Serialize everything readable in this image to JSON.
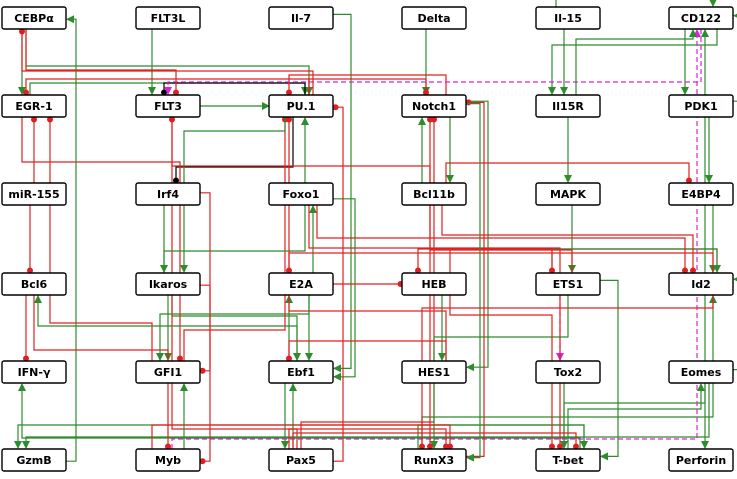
{
  "colors": {
    "activation": "#2e8b2e",
    "inhibition": "#e02020",
    "neutral": "#000000",
    "regulatory": "#dd22dd"
  },
  "nodes": [
    {
      "id": "cebpa",
      "label": "CEBPα"
    },
    {
      "id": "flt3l",
      "label": "FLT3L"
    },
    {
      "id": "il7",
      "label": "Il-7"
    },
    {
      "id": "delta",
      "label": "Delta"
    },
    {
      "id": "il15",
      "label": "Il-15"
    },
    {
      "id": "cd122",
      "label": "CD122"
    },
    {
      "id": "egr1",
      "label": "EGR-1"
    },
    {
      "id": "flt3",
      "label": "FLT3"
    },
    {
      "id": "pu1",
      "label": "PU.1"
    },
    {
      "id": "notch1",
      "label": "Notch1"
    },
    {
      "id": "il15r",
      "label": "Il15R"
    },
    {
      "id": "pdk1",
      "label": "PDK1"
    },
    {
      "id": "mir155",
      "label": "miR-155"
    },
    {
      "id": "irf4",
      "label": "Irf4"
    },
    {
      "id": "foxo1",
      "label": "Foxo1"
    },
    {
      "id": "bcl11b",
      "label": "Bcl11b"
    },
    {
      "id": "mapk",
      "label": "MAPK"
    },
    {
      "id": "e4bp4",
      "label": "E4BP4"
    },
    {
      "id": "bcl6",
      "label": "Bcl6"
    },
    {
      "id": "ikaros",
      "label": "Ikaros"
    },
    {
      "id": "e2a",
      "label": "E2A"
    },
    {
      "id": "heb",
      "label": "HEB"
    },
    {
      "id": "ets1",
      "label": "ETS1"
    },
    {
      "id": "id2",
      "label": "Id2"
    },
    {
      "id": "ifng",
      "label": "IFN-γ"
    },
    {
      "id": "gfi1",
      "label": "GFI1"
    },
    {
      "id": "ebf1",
      "label": "Ebf1"
    },
    {
      "id": "hes1",
      "label": "HES1"
    },
    {
      "id": "tox2",
      "label": "Tox2"
    },
    {
      "id": "eomes",
      "label": "Eomes"
    },
    {
      "id": "gzmb",
      "label": "GzmB"
    },
    {
      "id": "myb",
      "label": "Myb"
    },
    {
      "id": "pax5",
      "label": "Pax5"
    },
    {
      "id": "runx3",
      "label": "RunX3"
    },
    {
      "id": "tbet",
      "label": "T-bet"
    },
    {
      "id": "perforin",
      "label": "Perforin"
    }
  ],
  "edges": [
    {
      "from": "flt3l",
      "to": "flt3",
      "type": "activation"
    },
    {
      "from": "il7",
      "to": "ebf1",
      "type": "activation"
    },
    {
      "from": "delta",
      "to": "notch1",
      "type": "activation"
    },
    {
      "from": "il15",
      "to": "il15r",
      "type": "activation"
    },
    {
      "from": "il15r",
      "to": "mapk",
      "type": "activation"
    },
    {
      "from": "mapk",
      "to": "ets1",
      "type": "activation"
    },
    {
      "from": "pdk1",
      "to": "e4bp4",
      "type": "activation"
    },
    {
      "from": "e4bp4",
      "to": "id2",
      "type": "activation"
    },
    {
      "from": "cd122",
      "to": "il15r",
      "type": "activation"
    },
    {
      "from": "cd122",
      "to": "pdk1",
      "type": "activation"
    },
    {
      "from": "cebpa",
      "to": "egr1",
      "type": "activation"
    },
    {
      "from": "cebpa",
      "to": "pu1",
      "type": "activation"
    },
    {
      "from": "egr1",
      "to": "pu1",
      "type": "activation"
    },
    {
      "from": "flt3",
      "to": "pu1",
      "type": "activation"
    },
    {
      "from": "pu1",
      "to": "flt3",
      "type": "neutral"
    },
    {
      "from": "pu1",
      "to": "notch1",
      "type": "inhibition"
    },
    {
      "from": "notch1",
      "to": "pu1",
      "type": "inhibition"
    },
    {
      "from": "notch1",
      "to": "bcl11b",
      "type": "activation"
    },
    {
      "from": "notch1",
      "to": "hes1",
      "type": "activation"
    },
    {
      "from": "bcl11b",
      "to": "notch1",
      "type": "activation"
    },
    {
      "from": "pu1",
      "to": "irf4",
      "type": "neutral"
    },
    {
      "from": "irf4",
      "to": "ikaros",
      "type": "activation"
    },
    {
      "from": "ikaros",
      "to": "gfi1",
      "type": "activation"
    },
    {
      "from": "ikaros",
      "to": "ebf1",
      "type": "activation"
    },
    {
      "from": "e2a",
      "to": "ebf1",
      "type": "activation"
    },
    {
      "from": "e2a",
      "to": "foxo1",
      "type": "activation"
    },
    {
      "from": "foxo1",
      "to": "ebf1",
      "type": "activation"
    },
    {
      "from": "ebf1",
      "to": "pax5",
      "type": "activation"
    },
    {
      "from": "ebf1",
      "to": "e2a",
      "type": "activation"
    },
    {
      "from": "pax5",
      "to": "ebf1",
      "type": "activation"
    },
    {
      "from": "pax5",
      "to": "flt3",
      "type": "inhibition"
    },
    {
      "from": "pax5",
      "to": "notch1",
      "type": "inhibition"
    },
    {
      "from": "pax5",
      "to": "pu1",
      "type": "inhibition"
    },
    {
      "from": "heb",
      "to": "hes1",
      "type": "activation"
    },
    {
      "from": "id2",
      "to": "e2a",
      "type": "inhibition"
    },
    {
      "from": "id2",
      "to": "heb",
      "type": "inhibition"
    },
    {
      "from": "ets1",
      "to": "id2",
      "type": "activation"
    },
    {
      "from": "ets1",
      "to": "tbet",
      "type": "activation"
    },
    {
      "from": "ets1",
      "to": "tox2",
      "type": "regulatory"
    },
    {
      "from": "tox2",
      "to": "tbet",
      "type": "activation"
    },
    {
      "from": "tbet",
      "to": "eomes",
      "type": "activation"
    },
    {
      "from": "eomes",
      "to": "perforin",
      "type": "activation"
    },
    {
      "from": "eomes",
      "to": "gzmb",
      "type": "activation"
    },
    {
      "from": "tbet",
      "to": "ifng",
      "type": "activation"
    },
    {
      "from": "tbet",
      "to": "gzmb",
      "type": "activation"
    },
    {
      "from": "runx3",
      "to": "tbet",
      "type": "activation"
    },
    {
      "from": "runx3",
      "to": "id2",
      "type": "activation"
    },
    {
      "from": "eomes",
      "to": "cd122",
      "type": "activation"
    },
    {
      "from": "tbet",
      "to": "cd122",
      "type": "activation"
    },
    {
      "from": "cd122",
      "to": "flt3",
      "type": "regulatory"
    },
    {
      "from": "myb",
      "to": "cd122",
      "type": "regulatory"
    },
    {
      "from": "pu1",
      "to": "egr1",
      "type": "inhibition"
    },
    {
      "from": "pu1",
      "to": "cebpa",
      "type": "inhibition"
    },
    {
      "from": "gfi1",
      "to": "pu1",
      "type": "inhibition"
    },
    {
      "from": "gfi1",
      "to": "egr1",
      "type": "inhibition"
    },
    {
      "from": "egr1",
      "to": "gfi1",
      "type": "inhibition"
    },
    {
      "from": "bcl6",
      "to": "ifng",
      "type": "inhibition"
    },
    {
      "from": "mir155",
      "to": "bcl6",
      "type": "inhibition"
    },
    {
      "from": "mir155",
      "to": "egr1",
      "type": "inhibition"
    },
    {
      "from": "ets1",
      "to": "notch1",
      "type": "inhibition"
    },
    {
      "from": "bcl11b",
      "to": "id2",
      "type": "inhibition"
    },
    {
      "from": "bcl11b",
      "to": "e4bp4",
      "type": "inhibition"
    },
    {
      "from": "heb",
      "to": "ets1",
      "type": "inhibition"
    },
    {
      "from": "myb",
      "to": "runx3",
      "type": "inhibition"
    },
    {
      "from": "pax5",
      "to": "runx3",
      "type": "inhibition"
    },
    {
      "from": "pax5",
      "to": "tbet",
      "type": "inhibition"
    },
    {
      "from": "ikaros",
      "to": "pu1",
      "type": "activation"
    },
    {
      "from": "e2a",
      "to": "heb",
      "type": "inhibition"
    },
    {
      "from": "gzmb",
      "to": "cebpa",
      "type": "activation"
    },
    {
      "from": "foxo1",
      "to": "tbet",
      "type": "inhibition"
    },
    {
      "from": "hes1",
      "to": "pu1",
      "type": "inhibition"
    },
    {
      "from": "myb",
      "to": "gfi1",
      "type": "activation"
    },
    {
      "from": "pu1",
      "to": "ikaros",
      "type": "activation"
    },
    {
      "from": "runx3",
      "to": "notch1",
      "type": "inhibition"
    },
    {
      "from": "notch1",
      "to": "runx3",
      "type": "activation"
    },
    {
      "from": "ebf1",
      "to": "bcl6",
      "type": "activation"
    },
    {
      "from": "ets1",
      "to": "runx3",
      "type": "activation"
    },
    {
      "from": "flt3",
      "to": "runx3",
      "type": "inhibition"
    },
    {
      "from": "il15r",
      "to": "cd122",
      "type": "activation"
    },
    {
      "from": "id2",
      "to": "runx3",
      "type": "inhibition"
    },
    {
      "from": "heb",
      "to": "tbet",
      "type": "inhibition"
    },
    {
      "from": "pdk1",
      "to": "id2",
      "type": "activation"
    },
    {
      "from": "il15",
      "to": "cd122",
      "type": "activation"
    },
    {
      "from": "cebpa",
      "to": "flt3",
      "type": "inhibition"
    },
    {
      "from": "irf4",
      "to": "gfi1",
      "type": "inhibition"
    },
    {
      "from": "bcl6",
      "to": "myb",
      "type": "inhibition"
    },
    {
      "from": "ikaros",
      "to": "myb",
      "type": "inhibition"
    },
    {
      "from": "e2a",
      "to": "gfi1",
      "type": "activation"
    },
    {
      "from": "hes1",
      "to": "ebf1",
      "type": "inhibition"
    },
    {
      "from": "foxo1",
      "to": "id2",
      "type": "inhibition"
    }
  ]
}
